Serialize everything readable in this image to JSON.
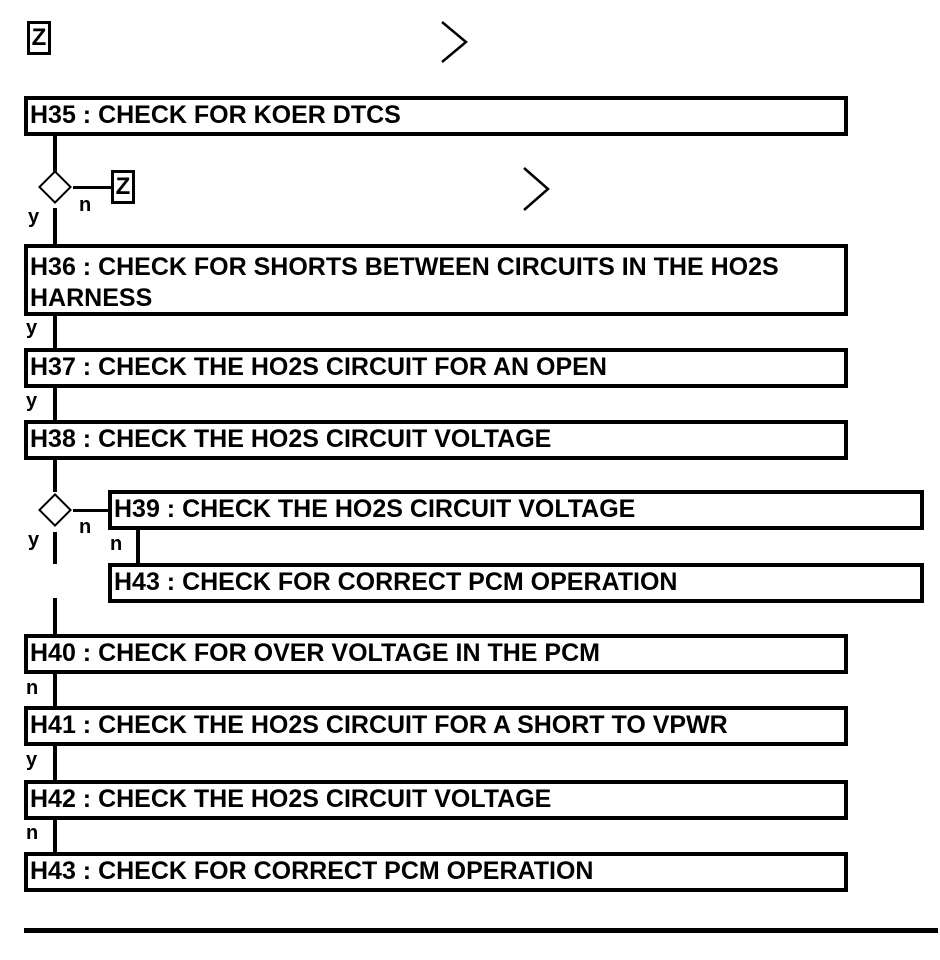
{
  "top_icon": {
    "label": "Z",
    "icon": "z-box-icon"
  },
  "top_chevron": {
    "icon": "chevron-right-icon"
  },
  "steps": [
    {
      "id": "H35",
      "text": "H35 : CHECK FOR KOER DTCS"
    },
    {
      "id": "H36",
      "text": "H36 : CHECK FOR SHORTS BETWEEN CIRCUITS IN THE HO2S HARNESS"
    },
    {
      "id": "H37",
      "text": "H37 : CHECK THE HO2S CIRCUIT FOR AN OPEN"
    },
    {
      "id": "H38",
      "text": "H38 : CHECK THE HO2S CIRCUIT VOLTAGE"
    },
    {
      "id": "H39",
      "text": "H39 : CHECK THE HO2S CIRCUIT VOLTAGE"
    },
    {
      "id": "H43a",
      "text": "H43 : CHECK FOR CORRECT PCM OPERATION"
    },
    {
      "id": "H40",
      "text": "H40 : CHECK FOR OVER VOLTAGE IN THE PCM"
    },
    {
      "id": "H41",
      "text": "H41 : CHECK THE HO2S CIRCUIT FOR A SHORT TO VPWR"
    },
    {
      "id": "H42",
      "text": "H42 : CHECK THE HO2S CIRCUIT VOLTAGE"
    },
    {
      "id": "H43b",
      "text": "H43 : CHECK FOR CORRECT PCM OPERATION"
    }
  ],
  "decision1": {
    "yes": "y",
    "no": "n",
    "no_target_icon": "Z"
  },
  "labels": {
    "h36_in": "y",
    "h37_in": "y",
    "h38_in": "y",
    "h43a_in": "n",
    "h41_in": "n",
    "h42_in": "y",
    "h43b_in": "n"
  },
  "decision2": {
    "yes": "y",
    "no": "n"
  }
}
